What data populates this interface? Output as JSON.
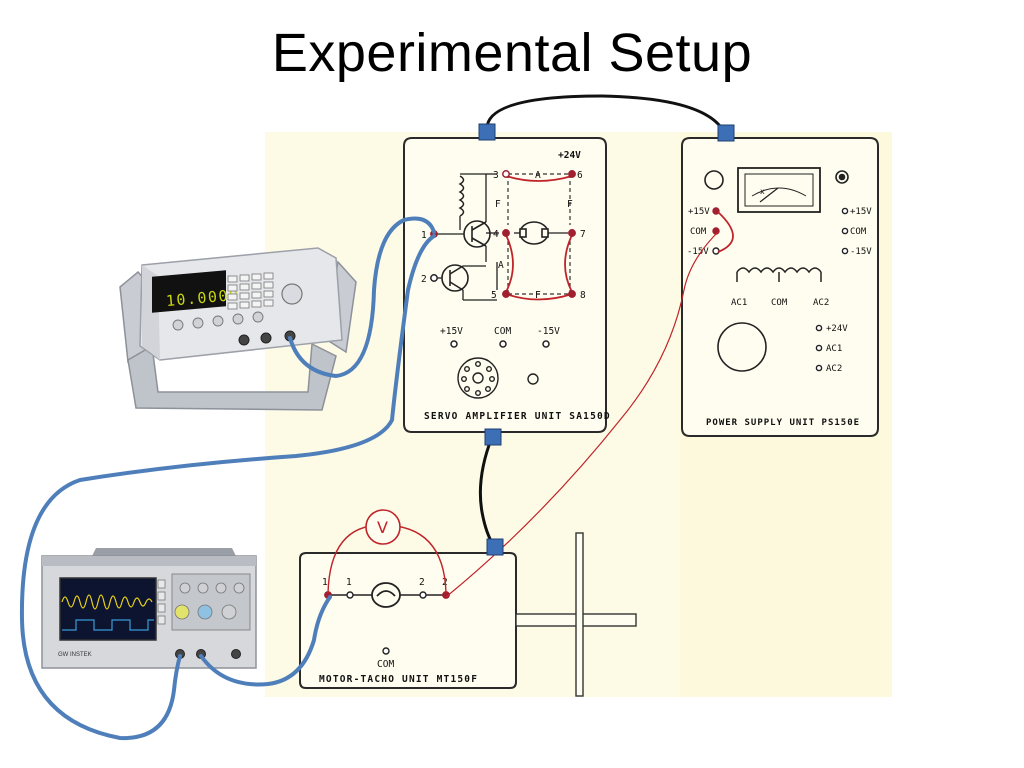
{
  "slide": {
    "title": "Experimental Setup"
  },
  "colors": {
    "panel_bg": "#fdfbe2",
    "panel_border": "#2a2a2a",
    "blue_cable": "#4f7fba",
    "red_wire": "#c0242a",
    "connector": "#3d6fb6",
    "black_cable": "#111111"
  },
  "servo_amplifier": {
    "name": "SERVO AMPLIFIER UNIT SA150D",
    "terminals": {
      "t1": "1",
      "t2": "2",
      "t3": "3",
      "t4": "4",
      "t5": "5",
      "t6": "6",
      "t7": "7",
      "t8": "8",
      "plus24": "+24V",
      "wire_a_top": "A",
      "wire_a_mid": "A",
      "wire_f_left": "F",
      "wire_f_right": "F",
      "wire_f_bottom": "F"
    },
    "supply_labels": {
      "plus15": "+15V",
      "com": "COM",
      "minus15": "-15V"
    }
  },
  "power_supply": {
    "name": "POWER SUPPLY UNIT PS150E",
    "left_terminals": [
      "+15V",
      "COM",
      "-15V"
    ],
    "right_terminals": [
      "+15V",
      "COM",
      "-15V"
    ],
    "ac_terminals": [
      "AC1",
      "COM",
      "AC2"
    ],
    "lower_terminals": [
      "+24V",
      "AC1",
      "AC2"
    ]
  },
  "motor_tacho": {
    "name": "MOTOR-TACHO UNIT MT150F",
    "terminals": [
      "1",
      "1",
      "2",
      "2"
    ],
    "com": "COM",
    "voltmeter": "V"
  },
  "function_generator": {
    "display_value": "10.0000"
  },
  "oscilloscope": {
    "brand": "GW INSTEK"
  }
}
